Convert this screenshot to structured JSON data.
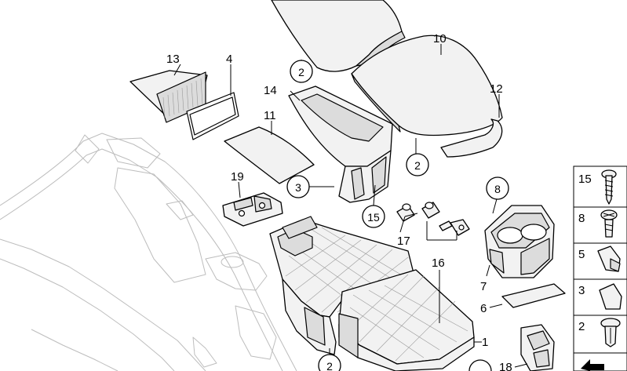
{
  "diagram": {
    "callouts": {
      "c1": "1",
      "c2a": "2",
      "c2b": "2",
      "c2c": "2",
      "c3": "3",
      "c4": "4",
      "c6": "6",
      "c7": "7",
      "c8": "8",
      "c10": "10",
      "c11": "11",
      "c12": "12",
      "c13": "13",
      "c14": "14",
      "c15": "15",
      "c16": "16",
      "c17": "17",
      "c18": "18",
      "c19": "19"
    },
    "legend": [
      {
        "number": "15",
        "icon": "screw-icon"
      },
      {
        "number": "8",
        "icon": "bolt-icon"
      },
      {
        "number": "5",
        "icon": "clip-icon"
      },
      {
        "number": "3",
        "icon": "cap-icon"
      },
      {
        "number": "2",
        "icon": "expanding-rivet-icon"
      }
    ],
    "corner_symbol_icon": "arrow-up-left-icon"
  }
}
